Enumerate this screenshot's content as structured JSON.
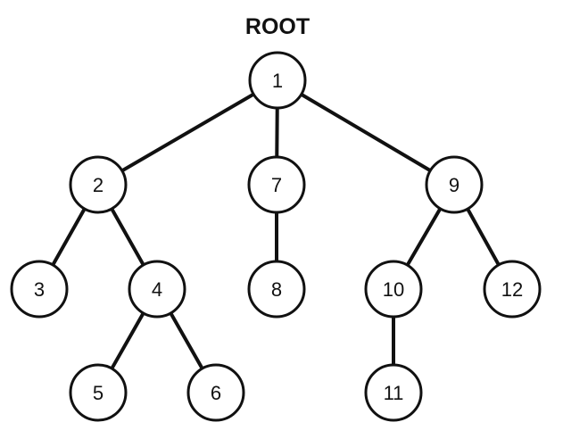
{
  "diagram": {
    "title": "ROOT",
    "stroke_color": "#111111",
    "fill_color": "#ffffff",
    "nodes": [
      {
        "id": "1",
        "label": "1"
      },
      {
        "id": "2",
        "label": "2"
      },
      {
        "id": "7",
        "label": "7"
      },
      {
        "id": "9",
        "label": "9"
      },
      {
        "id": "3",
        "label": "3"
      },
      {
        "id": "4",
        "label": "4"
      },
      {
        "id": "8",
        "label": "8"
      },
      {
        "id": "10",
        "label": "10"
      },
      {
        "id": "12",
        "label": "12"
      },
      {
        "id": "5",
        "label": "5"
      },
      {
        "id": "6",
        "label": "6"
      },
      {
        "id": "11",
        "label": "11"
      }
    ],
    "edges": [
      {
        "from": "1",
        "to": "2"
      },
      {
        "from": "1",
        "to": "7"
      },
      {
        "from": "1",
        "to": "9"
      },
      {
        "from": "2",
        "to": "3"
      },
      {
        "from": "2",
        "to": "4"
      },
      {
        "from": "7",
        "to": "8"
      },
      {
        "from": "9",
        "to": "10"
      },
      {
        "from": "9",
        "to": "12"
      },
      {
        "from": "4",
        "to": "5"
      },
      {
        "from": "4",
        "to": "6"
      },
      {
        "from": "10",
        "to": "11"
      }
    ]
  }
}
